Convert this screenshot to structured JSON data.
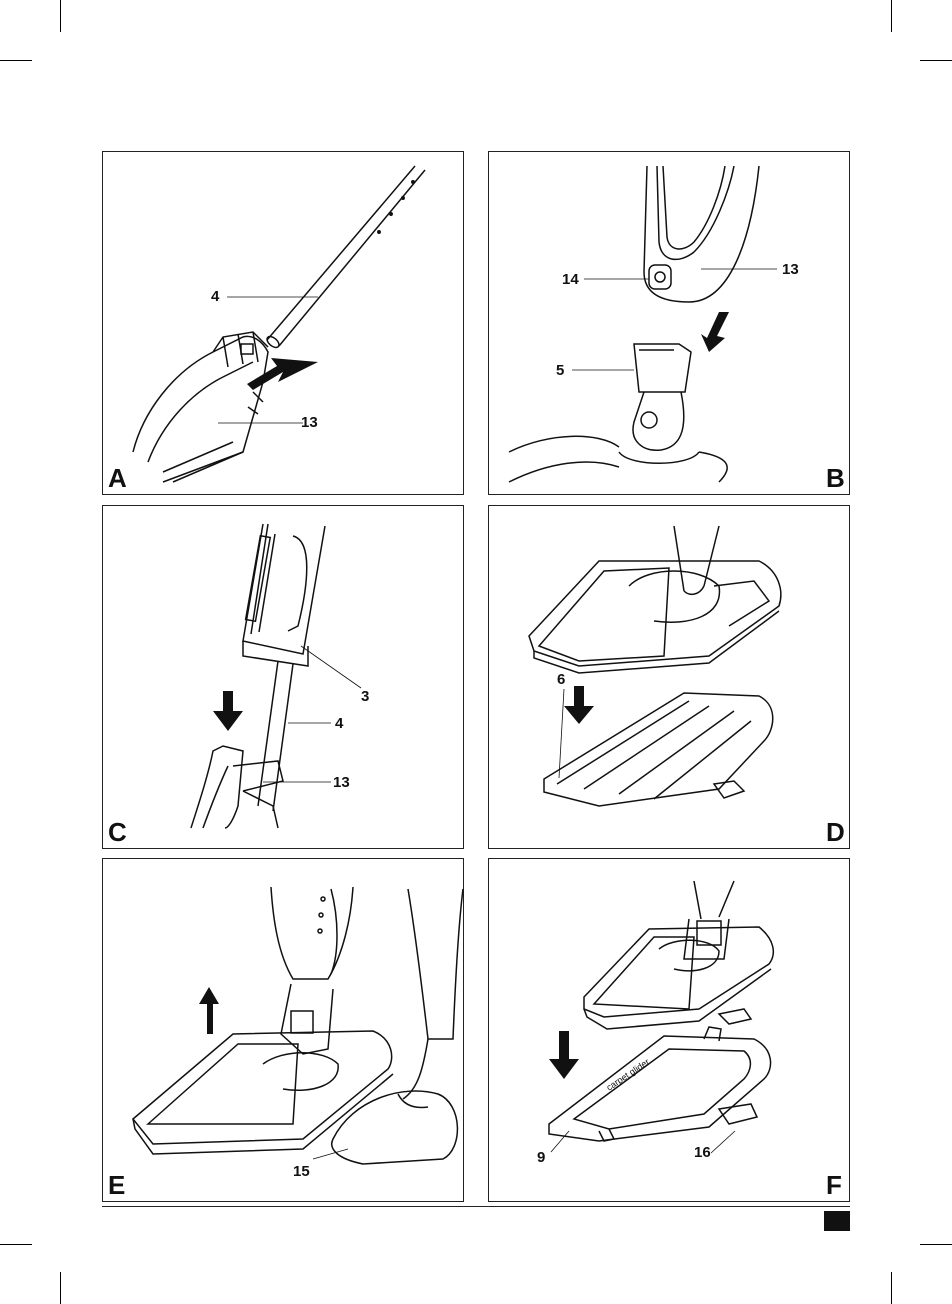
{
  "panels": {
    "A": {
      "letter": "A",
      "callouts": [
        "4",
        "13"
      ]
    },
    "B": {
      "letter": "B",
      "callouts": [
        "14",
        "13",
        "5"
      ]
    },
    "C": {
      "letter": "C",
      "callouts": [
        "3",
        "4",
        "13"
      ]
    },
    "D": {
      "letter": "D",
      "callouts": [
        "6"
      ]
    },
    "E": {
      "letter": "E",
      "callouts": [
        "15"
      ]
    },
    "F": {
      "letter": "F",
      "callouts": [
        "9",
        "16"
      ]
    }
  },
  "product_label": "carpet glider",
  "colors": {
    "ink": "#111111",
    "background": "#ffffff"
  }
}
